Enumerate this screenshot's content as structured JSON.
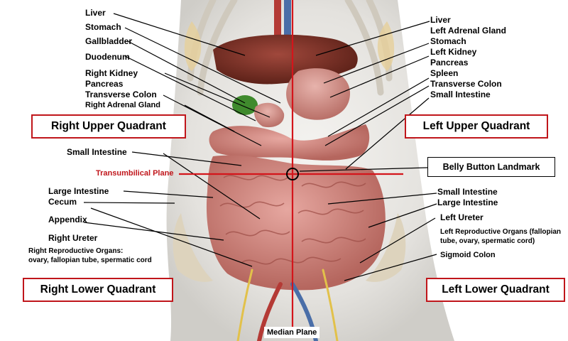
{
  "colors": {
    "accent_red": "#c0161b",
    "background": "#ffffff",
    "text": "#000000"
  },
  "image": {
    "subject": "torso-organs-anatomical-illustration"
  },
  "quadrants": {
    "ruq": "Right Upper Quadrant",
    "luq": "Left Upper Quadrant",
    "rlq": "Right Lower Quadrant",
    "llq": "Left Lower Quadrant"
  },
  "planes": {
    "transumbilical": "Transumbilical Plane",
    "median": "Median Plane",
    "belly_button": "Belly Button Landmark"
  },
  "labels_left_upper": [
    "Liver",
    "Stomach",
    "Gallbladder",
    "Duodenum",
    "Right Kidney",
    "Pancreas",
    "Transverse Colon",
    "Right Adrenal Gland"
  ],
  "labels_right_upper": [
    "Liver",
    "Left Adrenal Gland",
    "Stomach",
    "Left Kidney",
    "Pancreas",
    "Spleen",
    "Transverse Colon",
    "Small Intestine"
  ],
  "labels_left_lower": {
    "small_intestine": "Small Intestine",
    "large_intestine": "Large Intestine",
    "cecum": "Cecum",
    "appendix": "Appendix",
    "right_ureter": "Right Ureter",
    "right_repro_1": "Right Reproductive Organs:",
    "right_repro_2": "ovary, fallopian tube, spermatic cord"
  },
  "labels_right_lower": {
    "small_intestine": "Small Intestine",
    "large_intestine": "Large Intestine",
    "left_ureter": "Left Ureter",
    "left_repro_1": "Left Reproductive Organs (fallopian",
    "left_repro_2": "tube, ovary, spermatic cord)",
    "sigmoid_colon": "Sigmoid Colon"
  }
}
